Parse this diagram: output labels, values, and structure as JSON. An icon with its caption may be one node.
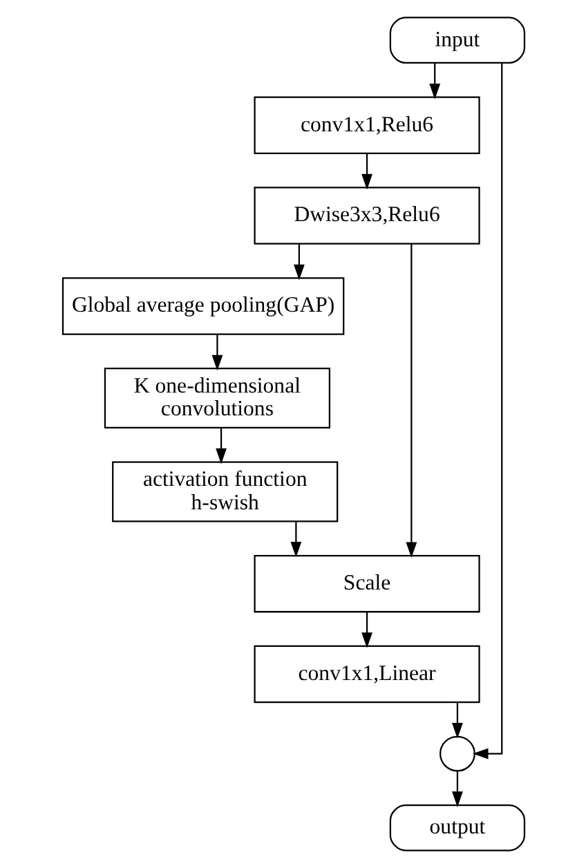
{
  "diagram": {
    "nodes": [
      {
        "text": [
          "input"
        ]
      },
      {
        "text": [
          "conv1x1,Relu6"
        ]
      },
      {
        "text": [
          "Dwise3x3,Relu6"
        ]
      },
      {
        "text": [
          "Global average pooling(GAP)"
        ]
      },
      {
        "text": [
          "K one-dimensional convolutions"
        ]
      },
      {
        "text": [
          "activation function h-swish"
        ]
      },
      {
        "text": [
          "Scale"
        ]
      },
      {
        "text": [
          "conv1x1,Linear"
        ]
      },
      {
        "text": [],
        "shape": "circle"
      },
      {
        "text": [
          "output"
        ]
      }
    ],
    "edges": [
      {
        "from": 0,
        "to": 1,
        "arrow": "to"
      },
      {
        "from": 1,
        "to": 2,
        "arrow": "to"
      },
      {
        "from": 2,
        "to": 3,
        "arrow": "to"
      },
      {
        "from": 3,
        "to": 4,
        "arrow": "to"
      },
      {
        "from": 4,
        "to": 5,
        "arrow": "to"
      },
      {
        "from": 2,
        "to": 6,
        "arrow": "to"
      },
      {
        "from": 5,
        "to": 6,
        "arrow": "to"
      },
      {
        "from": 6,
        "to": 7,
        "arrow": "to"
      },
      {
        "from": 7,
        "to": 8,
        "arrow": "to"
      },
      {
        "from": 0,
        "to": 8,
        "arrow": "to"
      },
      {
        "from": 8,
        "to": 9,
        "arrow": "to"
      }
    ]
  }
}
